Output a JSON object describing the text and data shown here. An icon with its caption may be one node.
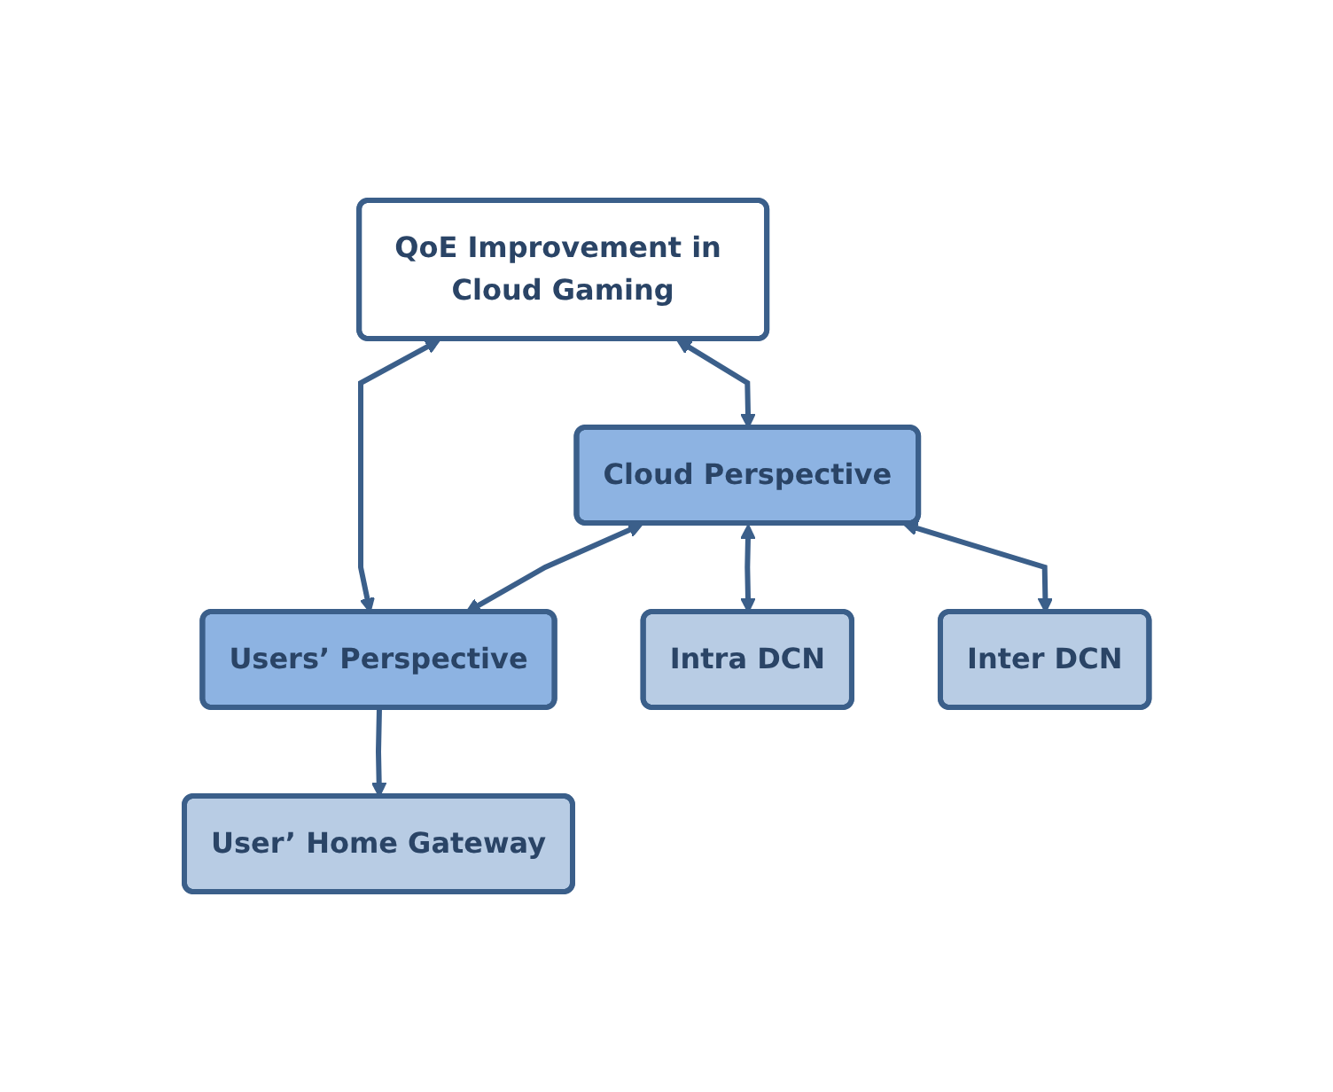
{
  "diagram": {
    "nodes": [
      {
        "text": [
          "QoE Improvement in Cloud Gaming"
        ]
      },
      {
        "text": [
          "Cloud Perspective"
        ]
      },
      {
        "text": [
          "Users’ Perspective"
        ]
      },
      {
        "text": [
          "Intra DCN"
        ]
      },
      {
        "text": [
          "Inter DCN"
        ]
      },
      {
        "text": [
          "User’ Home Gateway"
        ]
      }
    ],
    "edges": [
      {
        "from": 0,
        "to": 1,
        "arrow": "both"
      },
      {
        "from": 0,
        "to": 2,
        "arrow": "both"
      },
      {
        "from": 1,
        "to": 2,
        "arrow": "both"
      },
      {
        "from": 1,
        "to": 3,
        "arrow": "both"
      },
      {
        "from": 1,
        "to": 4,
        "arrow": "both"
      },
      {
        "from": 2,
        "to": 5,
        "arrow": "to"
      }
    ]
  }
}
